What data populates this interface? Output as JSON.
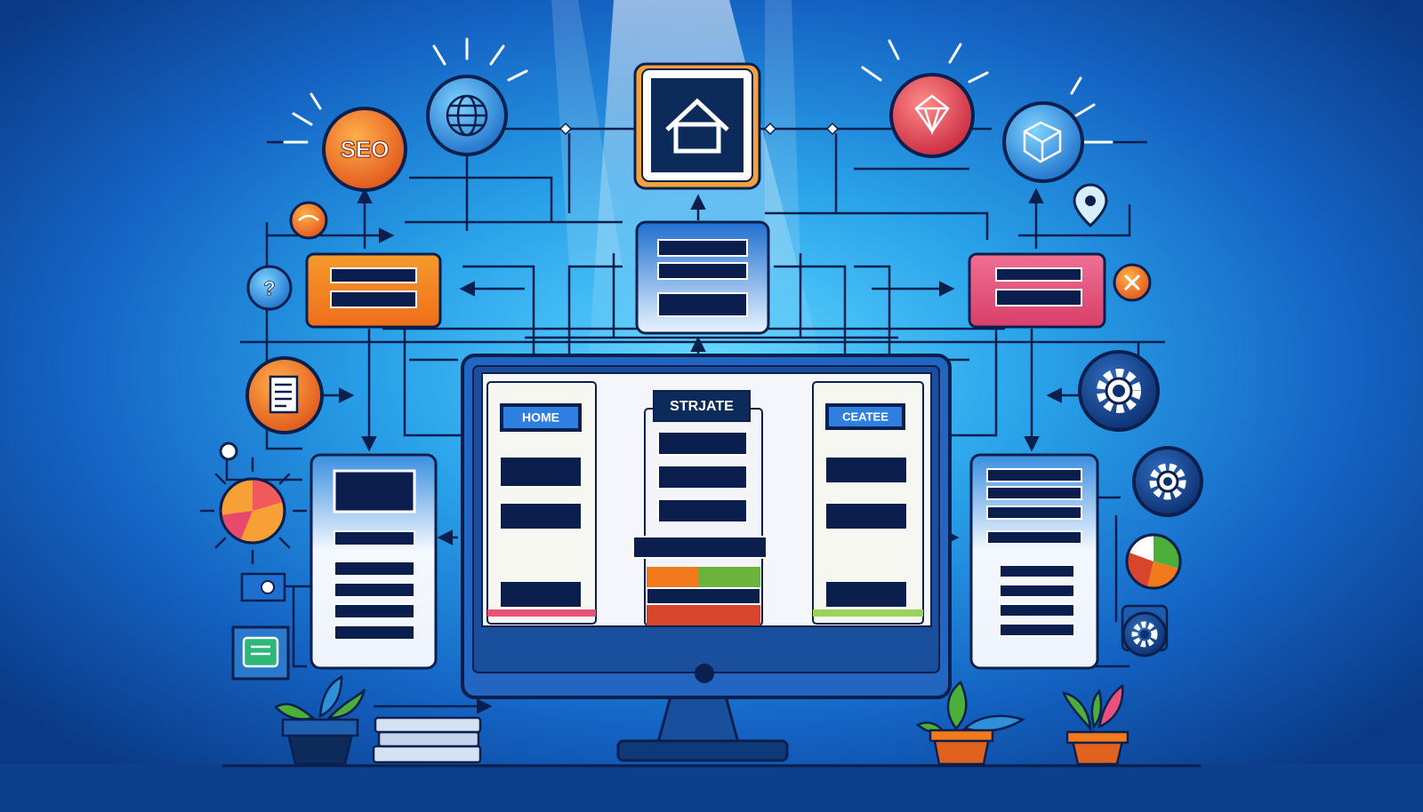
{
  "labels": {
    "seo": "SEO",
    "home": "HOME",
    "strjate": "STRJATE",
    "ceatee": "CEATEE"
  },
  "colors": {
    "background_center": "#2fb0f0",
    "background_edge": "#0a3a86",
    "navy": "#0a1f4d",
    "orange": "#f07a1c",
    "pink": "#e8527a",
    "blue_panel": "#2b7fd6",
    "red": "#d6452c",
    "green_leaf": "#4caf3a"
  },
  "icons": [
    "seo-badge-icon",
    "globe-icon",
    "home-icon",
    "diamond-badge-icon",
    "cube-icon",
    "document-icon",
    "question-icon",
    "gear-icon",
    "pie-chart-icon",
    "location-pin-icon",
    "sunburst-icon",
    "chat-icon",
    "close-icon",
    "plant-icon",
    "books-icon"
  ]
}
